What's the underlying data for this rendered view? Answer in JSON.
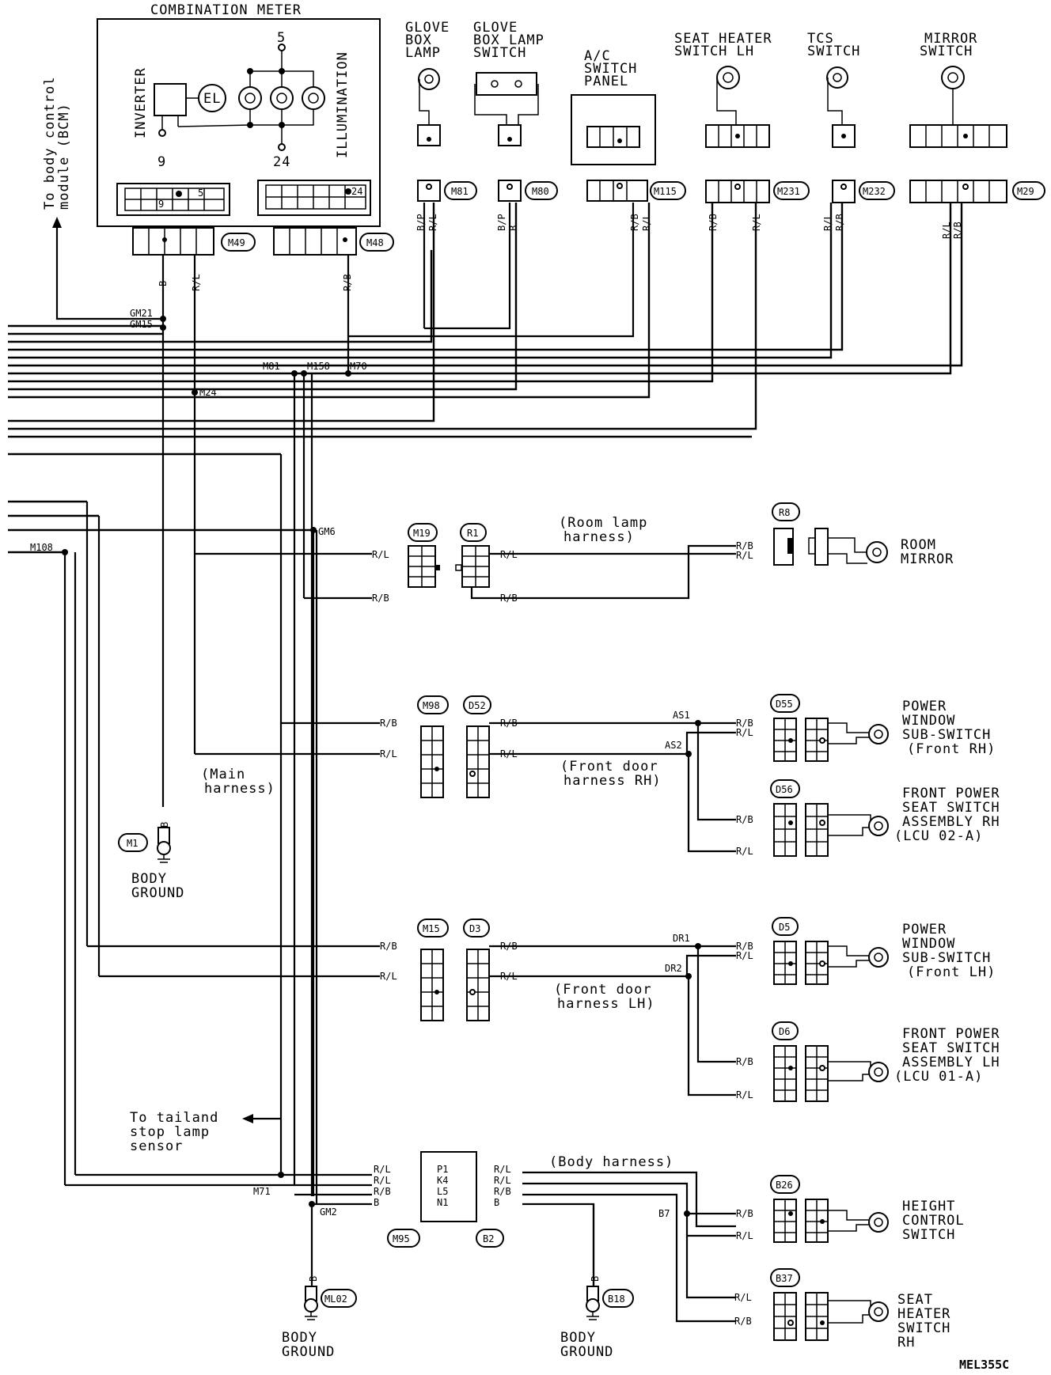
{
  "connectors": {
    "M49": "M49",
    "M48": "M48",
    "M81": "M81",
    "M80": "M80",
    "M115": "M115",
    "M231": "M231",
    "M232": "M232",
    "M29": "M29",
    "M19": "M19",
    "R1": "R1",
    "R8": "R8",
    "M98": "M98",
    "D52": "D52",
    "D55": "D55",
    "D56": "D56",
    "M15": "M15",
    "D3": "D3",
    "D5": "D5",
    "D6": "D6",
    "M1": "M1",
    "M95": "M95",
    "B2": "B2",
    "B26": "B26",
    "B37": "B37",
    "ML02": "ML02",
    "B18": "B18"
  },
  "components": {
    "combination_meter": "COMBINATION METER",
    "inverter": "INVERTER",
    "el": "EL",
    "illumination": "ILLUMINATION",
    "glove_box_lamp": [
      "GLOVE",
      "BOX",
      "LAMP"
    ],
    "glove_box_lamp_switch": [
      "GLOVE",
      "BOX LAMP",
      "SWITCH"
    ],
    "ac_switch_panel": [
      "A/C",
      "SWITCH",
      "PANEL"
    ],
    "seat_heater_switch_lh": [
      "SEAT HEATER",
      "SWITCH LH"
    ],
    "tcs_switch": [
      "TCS",
      "SWITCH"
    ],
    "mirror_switch": [
      "MIRROR",
      "SWITCH"
    ],
    "room_mirror": [
      "ROOM",
      "MIRROR"
    ],
    "pw_sub_switch_rh": [
      "POWER",
      "WINDOW",
      "SUB-SWITCH",
      "(Front RH)"
    ],
    "front_power_seat_rh": [
      "FRONT POWER",
      "SEAT SWITCH",
      "ASSEMBLY RH",
      "(LCU 02-A)"
    ],
    "pw_sub_switch_lh": [
      "POWER",
      "WINDOW",
      "SUB-SWITCH",
      "(Front LH)"
    ],
    "front_power_seat_lh": [
      "FRONT POWER",
      "SEAT SWITCH",
      "ASSEMBLY LH",
      "(LCU 01-A)"
    ],
    "height_control_switch": [
      "HEIGHT",
      "CONTROL",
      "SWITCH"
    ],
    "seat_heater_switch_rh": [
      "SEAT",
      "HEATER",
      "SWITCH",
      "RH"
    ],
    "body_ground": [
      "BODY",
      "GROUND"
    ]
  },
  "notes": {
    "to_bcm": [
      "To body control",
      "module (BCM)"
    ],
    "to_tail": [
      "To tailand",
      "stop lamp",
      "sensor"
    ],
    "room_lamp_harness": [
      "(Room lamp",
      "harness)"
    ],
    "main_harness": [
      "(Main",
      "harness)"
    ],
    "front_door_rh": [
      "(Front door",
      "harness RH)"
    ],
    "front_door_lh": [
      "(Front door",
      "harness LH)"
    ],
    "body_harness": "(Body harness)"
  },
  "pins": {
    "p5": "5",
    "p9": "9",
    "p24": "24",
    "c5": "5",
    "c9": "9",
    "c24": "24"
  },
  "wires": {
    "B": "B",
    "RL": "R/L",
    "RB": "R/B",
    "BP": "B/P"
  },
  "junctions": {
    "GM21": "GM21",
    "GM15": "GM15",
    "M81": "M81",
    "M158": "M158",
    "M70": "M70",
    "M24": "M24",
    "GM6": "GM6",
    "M108": "M108",
    "AS1": "AS1",
    "AS2": "AS2",
    "DR1": "DR1",
    "DR2": "DR2",
    "M71": "M71",
    "GM2": "GM2",
    "B7": "B7"
  },
  "b2_pins": [
    "P1",
    "K4",
    "L5",
    "N1"
  ],
  "page_code": "MEL355C"
}
